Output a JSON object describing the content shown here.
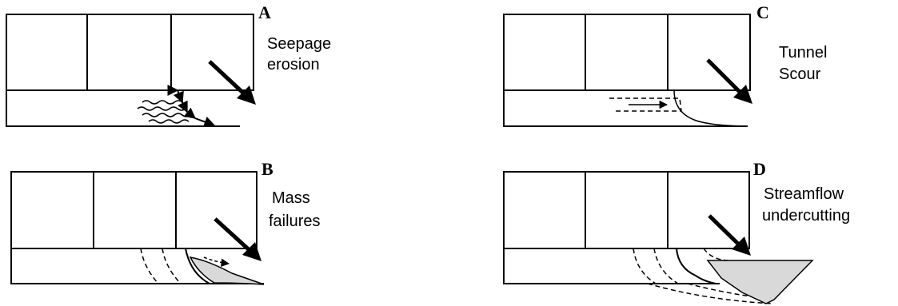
{
  "panels": {
    "a": {
      "letter": "A",
      "caption_line1": "Seepage",
      "caption_line2": "erosion"
    },
    "b": {
      "letter": "B",
      "caption_line1": "Mass",
      "caption_line2": "failures"
    },
    "c": {
      "letter": "C",
      "caption_line1": "Tunnel",
      "caption_line2": "Scour"
    },
    "d": {
      "letter": "D",
      "caption_line1": "Streamflow",
      "caption_line2": "undercutting"
    }
  },
  "colors": {
    "stroke": "#000000",
    "fill_gray": "#d9d9d9",
    "background": "#ffffff"
  }
}
